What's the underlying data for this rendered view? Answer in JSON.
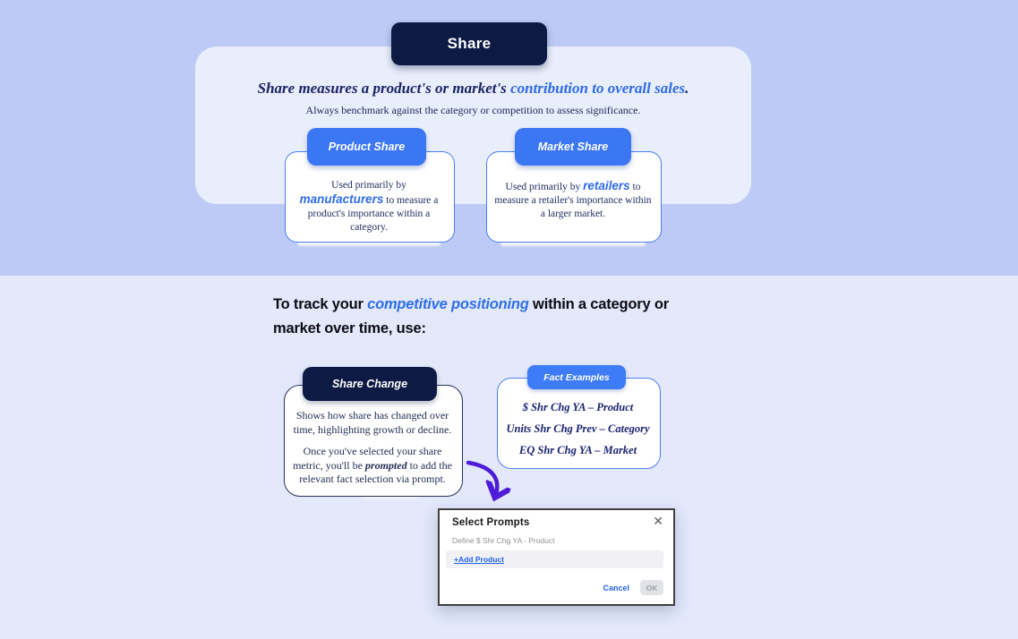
{
  "colors": {
    "top_background": "#bdcaf5",
    "panel_background": "#e9eefc",
    "bottom_background": "#e3e8fb",
    "navy": "#0d1a44",
    "blue_pill": "#3b76f3",
    "blue_text": "#2e6be6",
    "serif_text": "#1f2a5e",
    "arrow_purple": "#4e1bd9",
    "dialog_link_blue": "#2563e8"
  },
  "top_section": {
    "title": "Share",
    "heading_prefix": "Share measures a product's or market's ",
    "heading_highlight": "contribution to overall sales",
    "heading_suffix": ".",
    "subheading": "Always benchmark against the category or competition to assess significance.",
    "cards": [
      {
        "label": "Product Share",
        "text_prefix": "Used primarily by ",
        "text_highlight": "manufacturers",
        "text_suffix": " to measure a product's importance within a category."
      },
      {
        "label": "Market Share",
        "text_prefix": "Used primarily by ",
        "text_highlight": "retailers",
        "text_suffix": " to measure a retailer's importance within a larger market."
      }
    ]
  },
  "bottom_section": {
    "intro_prefix": "To track your ",
    "intro_highlight": "competitive positioning",
    "intro_suffix": " within a category or market over time, use:",
    "share_change": {
      "label": "Share Change",
      "para1": "Shows how share has changed over time, highlighting growth or decline.",
      "para2_prefix": "Once you've selected your share metric, you'll be ",
      "para2_highlight": "prompted",
      "para2_suffix": " to add the relevant fact selection via prompt."
    },
    "fact_examples": {
      "label": "Fact Examples",
      "items": [
        "$ Shr Chg YA – Product",
        "Units Shr Chg Prev – Category",
        "EQ Shr Chg YA – Market"
      ]
    },
    "dialog": {
      "title": "Select Prompts",
      "close_icon": "✕",
      "description": "Define $ Shr Chg YA - Product",
      "add_link": "+Add Product",
      "cancel_label": "Cancel",
      "ok_label": "OK"
    }
  }
}
